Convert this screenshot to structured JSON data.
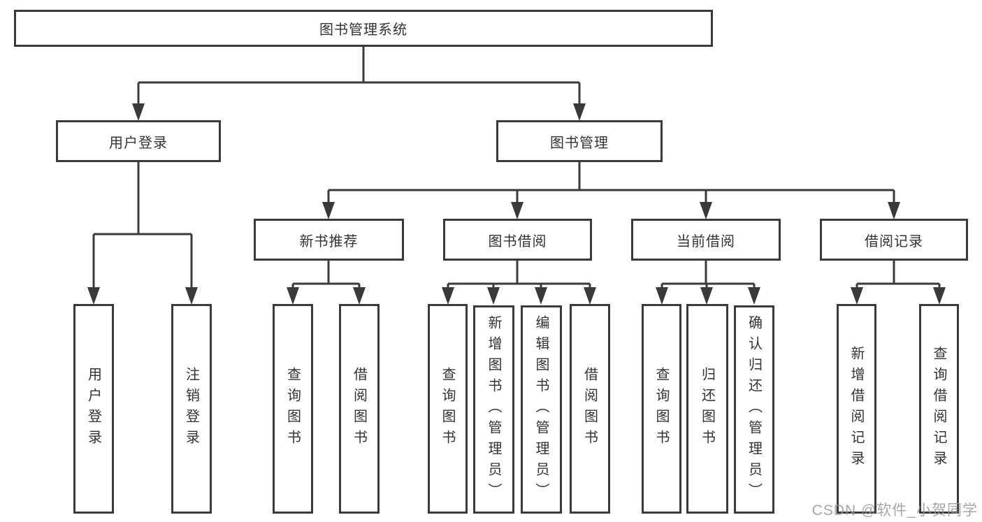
{
  "tree": {
    "root": {
      "label": "图书管理系统"
    },
    "branches": [
      {
        "label": "用户登录",
        "children": [
          {
            "label": "用户登录"
          },
          {
            "label": "注销登录"
          }
        ]
      },
      {
        "label": "图书管理",
        "children": [
          {
            "label": "新书推荐",
            "children": [
              {
                "label": "查询图书"
              },
              {
                "label": "借阅图书"
              }
            ]
          },
          {
            "label": "图书借阅",
            "children": [
              {
                "label": "查询图书"
              },
              {
                "label": "新增图书（管理员）"
              },
              {
                "label": "编辑图书（管理员）"
              },
              {
                "label": "借阅图书"
              }
            ]
          },
          {
            "label": "当前借阅",
            "children": [
              {
                "label": "查询图书"
              },
              {
                "label": "归还图书"
              },
              {
                "label": "确认归还（管理员）"
              }
            ]
          },
          {
            "label": "借阅记录",
            "children": [
              {
                "label": "新增借阅记录"
              },
              {
                "label": "查询借阅记录"
              }
            ]
          }
        ]
      }
    ]
  },
  "watermark": "CSDN @软件_小贺同学",
  "colors": {
    "line": "#3a3a3a",
    "box_border": "#3a3a3a",
    "text": "#333333",
    "background": "#ffffff",
    "watermark": "#969696"
  }
}
